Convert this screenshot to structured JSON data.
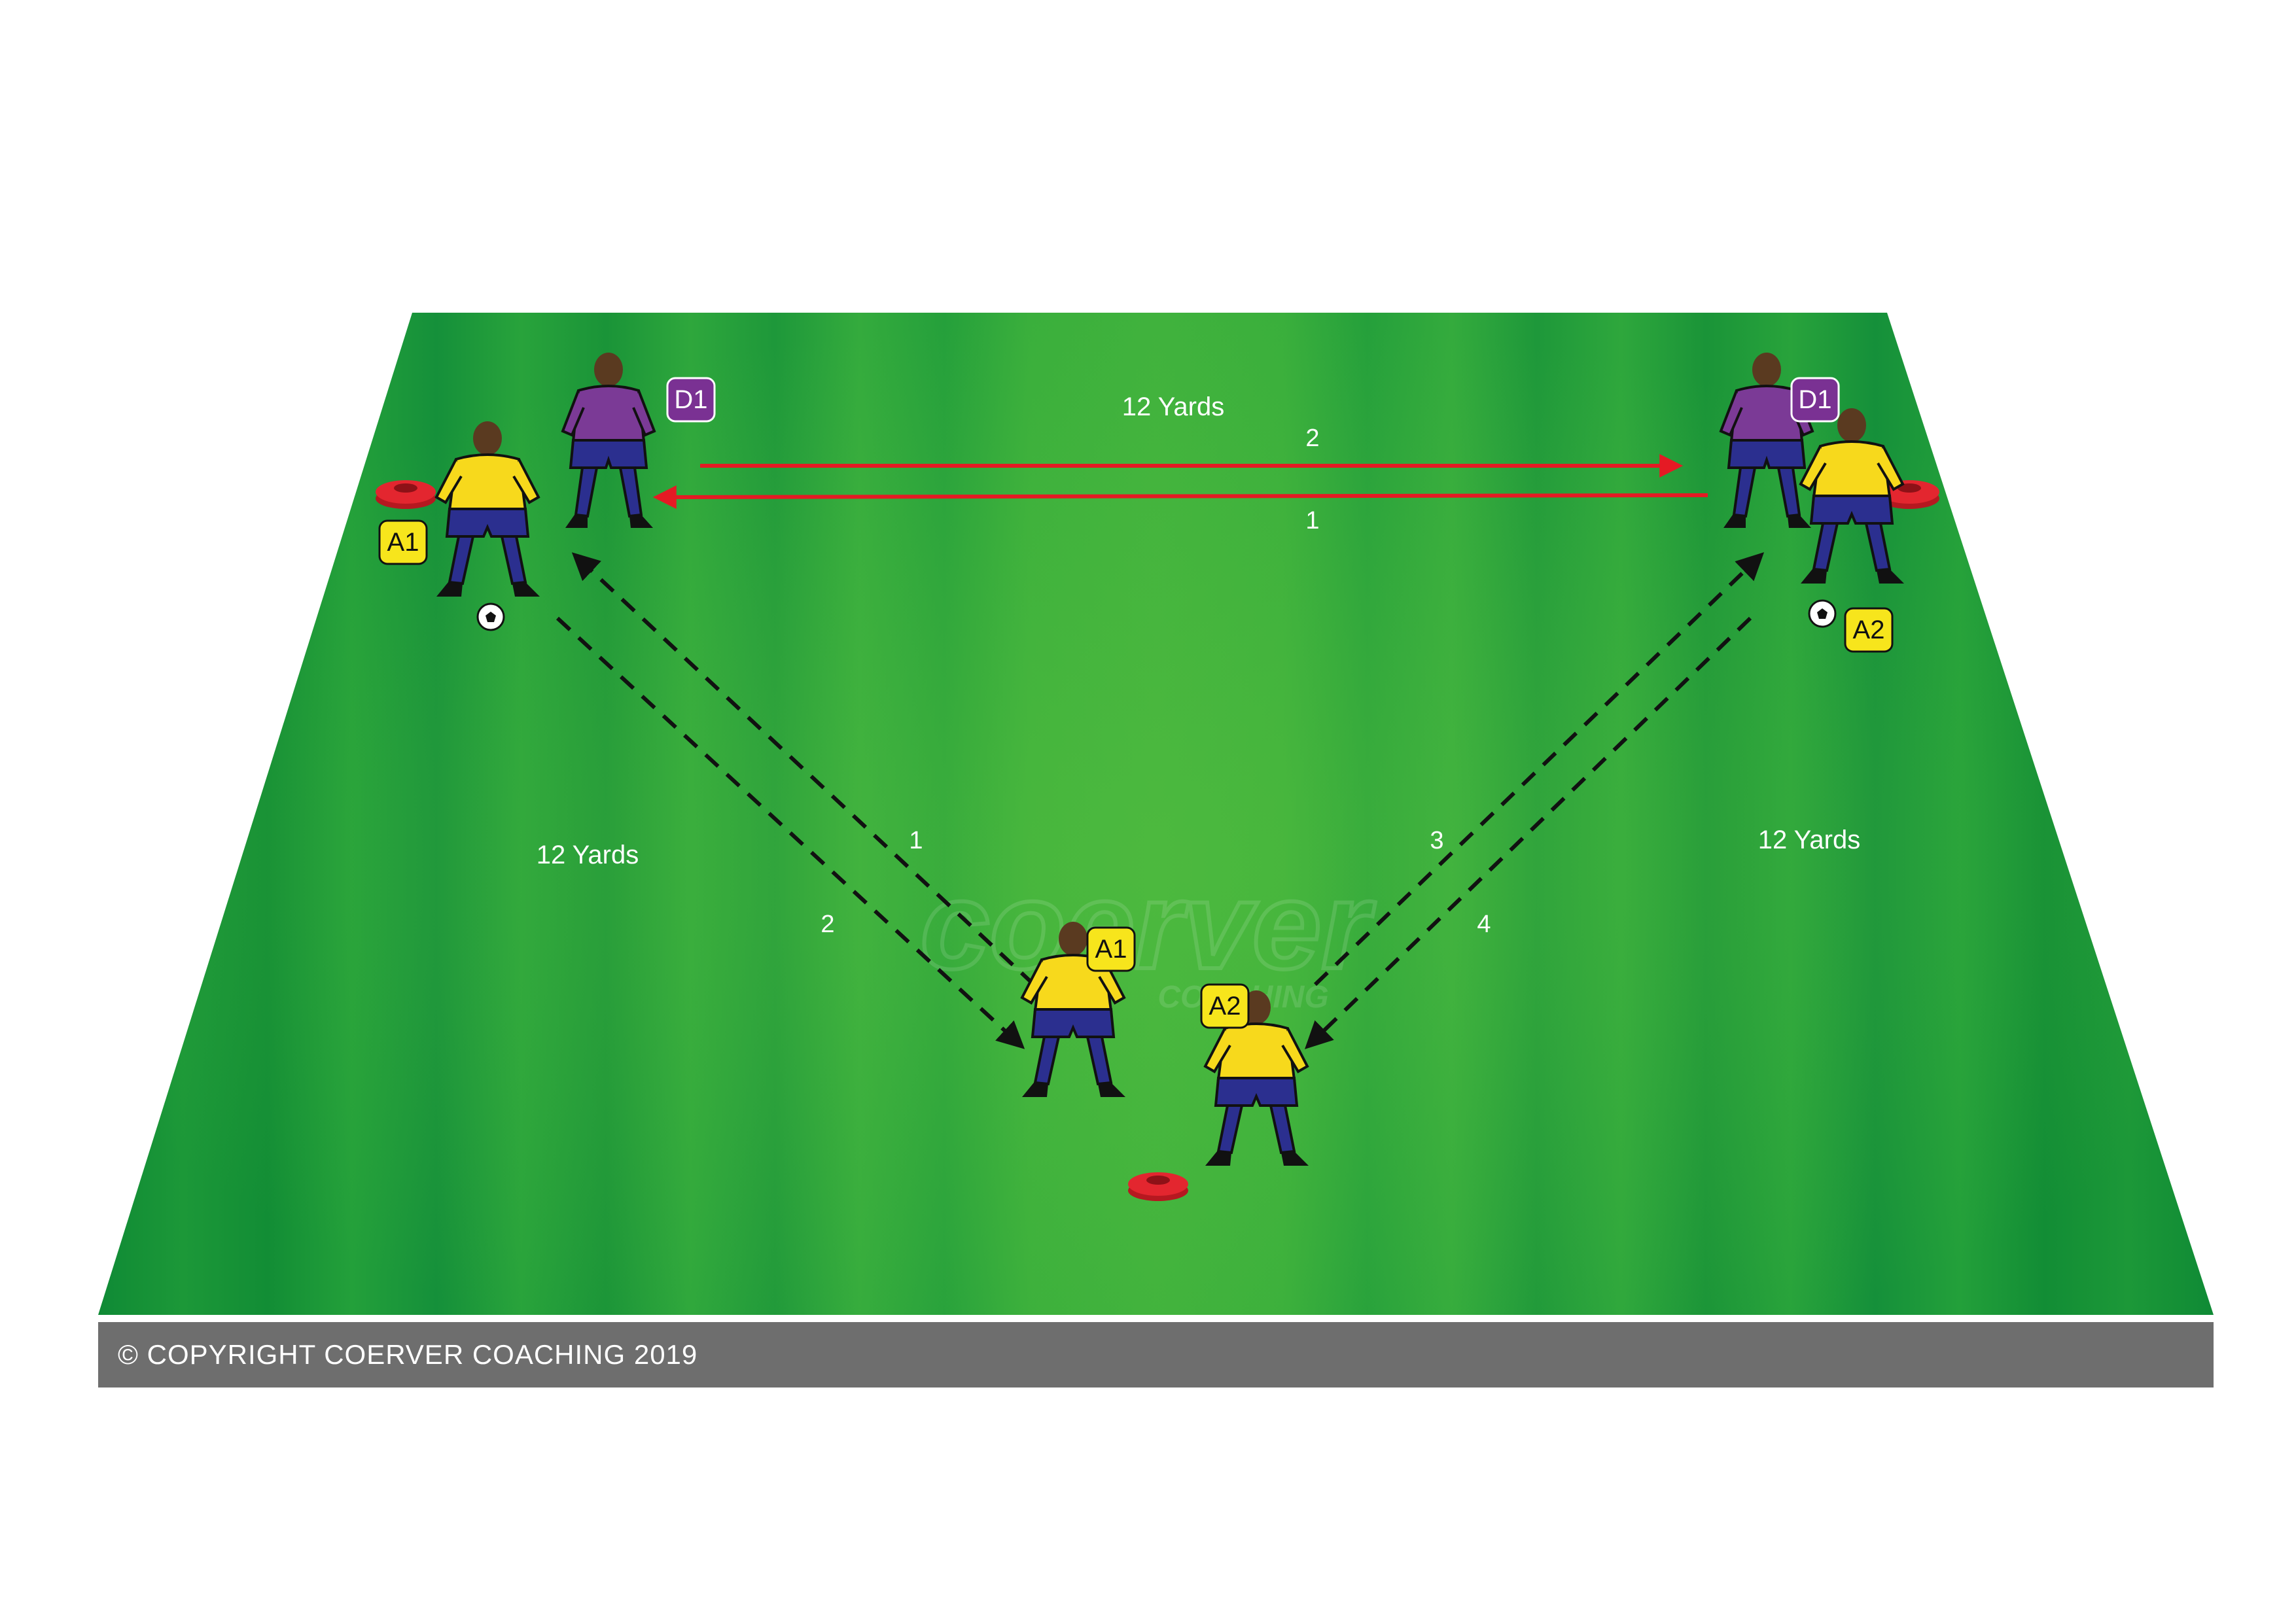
{
  "colors": {
    "pitch_light": "#3fae3a",
    "pitch_dark": "#0f8a35",
    "pass_arrow": "#e51a24",
    "run_arrow": "#111111",
    "attacker_shirt": "#f7d91c",
    "attacker_shorts": "#2b2f8f",
    "defender_shirt": "#7b3a96",
    "label_attacker_bg": "#f7e51c",
    "label_defender_bg": "#7a3193",
    "cone": "#e3262f",
    "copyright_bg": "#6e6e6e"
  },
  "distances": {
    "top": "12 Yards",
    "left": "12 Yards",
    "right": "12 Yards"
  },
  "labels": {
    "d1_left": "D1",
    "d1_right": "D1",
    "a1_corner": "A1",
    "a2_corner": "A2",
    "a1_center": "A1",
    "a2_center": "A2"
  },
  "sequence": {
    "pass_upper": "2",
    "pass_lower": "1",
    "left_inner": "1",
    "left_outer": "2",
    "right_inner": "3",
    "right_outer": "4"
  },
  "watermark": {
    "main": "coerver",
    "sub": "COACHING"
  },
  "copyright": "© COPYRIGHT COERVER COACHING 2019"
}
